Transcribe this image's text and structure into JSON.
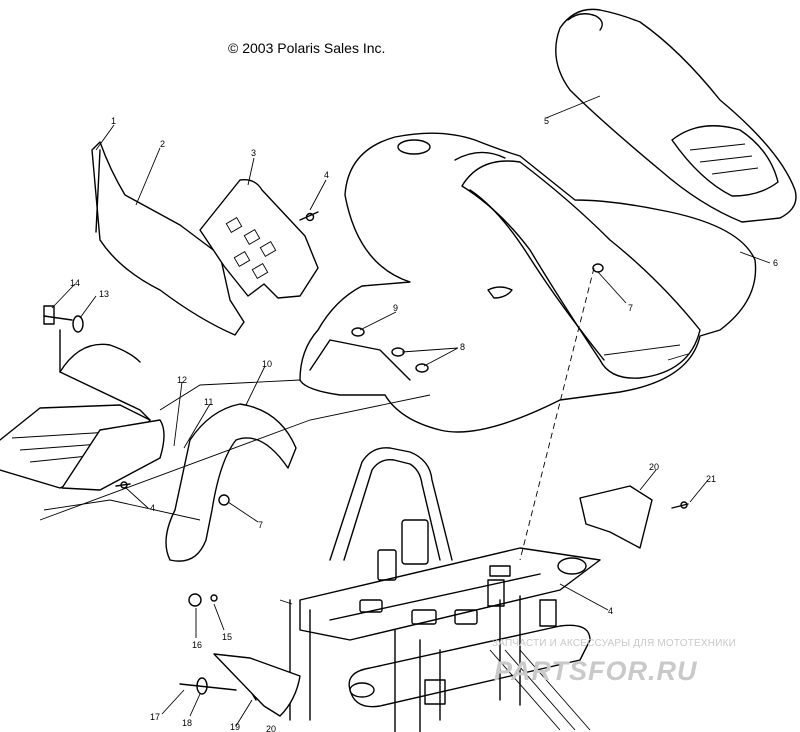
{
  "copyright": "© 2003 Polaris Sales Inc.",
  "labels": [
    {
      "id": "l1",
      "text": "1"
    },
    {
      "id": "l2",
      "text": "2"
    },
    {
      "id": "l3",
      "text": "3"
    },
    {
      "id": "l4a",
      "text": "4"
    },
    {
      "id": "l5",
      "text": "5"
    },
    {
      "id": "l6",
      "text": "6"
    },
    {
      "id": "l7a",
      "text": "7"
    },
    {
      "id": "l9",
      "text": "9"
    },
    {
      "id": "l8",
      "text": "8"
    },
    {
      "id": "l10",
      "text": "10"
    },
    {
      "id": "l11",
      "text": "11"
    },
    {
      "id": "l12",
      "text": "12"
    },
    {
      "id": "l13",
      "text": "13"
    },
    {
      "id": "l14",
      "text": "14"
    },
    {
      "id": "l4b",
      "text": "4"
    },
    {
      "id": "l7b",
      "text": "7"
    },
    {
      "id": "l20a",
      "text": "20"
    },
    {
      "id": "l21",
      "text": "21"
    },
    {
      "id": "l4c",
      "text": "4"
    },
    {
      "id": "l16",
      "text": "16"
    },
    {
      "id": "l15",
      "text": "15"
    },
    {
      "id": "l17",
      "text": "17"
    },
    {
      "id": "l18",
      "text": "18"
    },
    {
      "id": "l19",
      "text": "19"
    },
    {
      "id": "l20b",
      "text": "20"
    }
  ],
  "watermark": {
    "tagline": "ЗАПЧАСТИ И АКСЕССУАРЫ ДЛЯ МОТОТЕХНИКИ",
    "logo": "PARTSFOR.RU"
  }
}
